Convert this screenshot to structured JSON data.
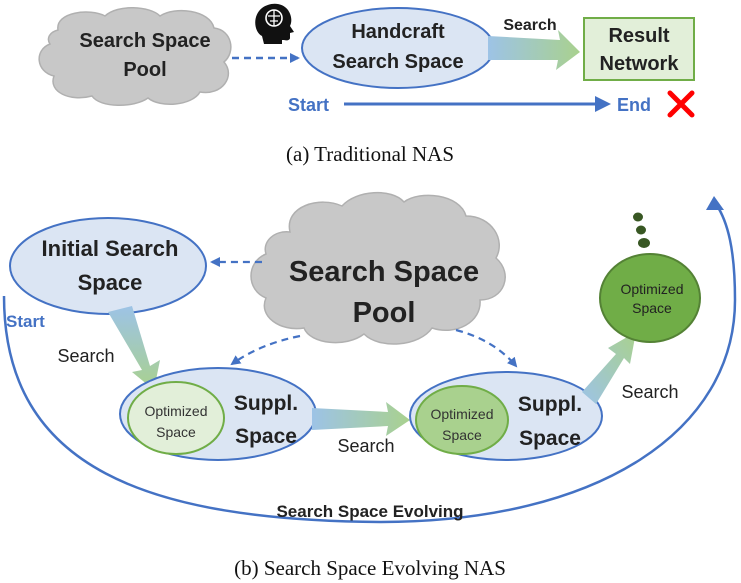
{
  "colors": {
    "blue": "#4472c4",
    "ellipse_fill": "#dbe5f3",
    "cloud_fill": "#c8c8c8",
    "green_light": "#e2efd9",
    "green_mid": "#a9d18e",
    "green_dark": "#70ad47",
    "red": "#ff0000"
  },
  "panel_a": {
    "pool_line1": "Search Space",
    "pool_line2": "Pool",
    "handcraft_line1": "Handcraft",
    "handcraft_line2": "Search Space",
    "search_label": "Search",
    "result_line1": "Result",
    "result_line2": "Network",
    "start_label": "Start",
    "end_label": "End",
    "caption": "(a)  Traditional NAS"
  },
  "panel_b": {
    "initial_line1": "Initial Search",
    "initial_line2": "Space",
    "pool_line1": "Search Space",
    "pool_line2": "Pool",
    "start_label": "Start",
    "search_1": "Search",
    "search_2": "Search",
    "search_3": "Search",
    "optimized_line1": "Optimized",
    "optimized_line2": "Space",
    "suppl_line1": "Suppl.",
    "suppl_line2": "Space",
    "evolving_label": "Search Space Evolving",
    "caption": "(b)  Search Space Evolving NAS"
  },
  "icons": [
    "brain-head-icon",
    "cross-mark-icon"
  ]
}
